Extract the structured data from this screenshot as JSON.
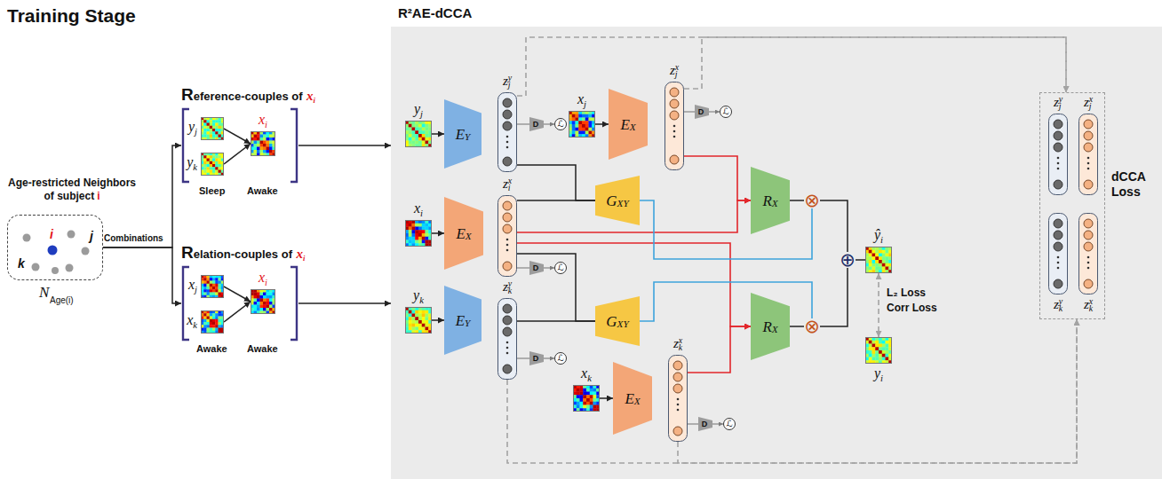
{
  "diagram": {
    "title": "Training Stage",
    "nodes": [
      {
        "text": [
          "Age-restricted Neighbors of subject",
          "i"
        ]
      },
      {
        "text": [
          "Reference-couples of",
          "x",
          "i"
        ]
      },
      {
        "text": [
          "y",
          "j"
        ],
        "in": 1
      },
      {
        "text": [
          "y",
          "k"
        ],
        "in": 1
      },
      {
        "text": [
          "x",
          "i"
        ],
        "in": 1
      },
      {
        "text": [
          "Relation-couples of",
          "x",
          "i"
        ]
      },
      {
        "text": [
          "x",
          "j"
        ],
        "in": 5
      },
      {
        "text": [
          "x",
          "k"
        ],
        "in": 5
      },
      {
        "text": [
          "x",
          "i"
        ],
        "in": 5
      },
      {
        "text": [
          "R²AE-dCCA"
        ]
      },
      {
        "text": [
          "y",
          "j"
        ],
        "in": 9
      },
      {
        "text": [
          "E",
          "Y"
        ],
        "in": 9
      },
      {
        "text": [
          "z",
          "j",
          "y"
        ],
        "in": 9
      },
      {
        "text": [
          "D"
        ],
        "in": 9
      },
      {
        "text": [
          "ℒ"
        ],
        "in": 9
      },
      {
        "text": [
          "x",
          "j"
        ],
        "in": 9
      },
      {
        "text": [
          "E",
          "X"
        ],
        "in": 9
      },
      {
        "text": [
          "z",
          "j",
          "x"
        ],
        "in": 9
      },
      {
        "text": [
          "D"
        ],
        "in": 9
      },
      {
        "text": [
          "ℒ"
        ],
        "in": 9
      },
      {
        "text": [
          "x",
          "i"
        ],
        "in": 9
      },
      {
        "text": [
          "E",
          "X"
        ],
        "in": 9
      },
      {
        "text": [
          "z",
          "i",
          "x"
        ],
        "in": 9
      },
      {
        "text": [
          "D"
        ],
        "in": 9
      },
      {
        "text": [
          "ℒ"
        ],
        "in": 9
      },
      {
        "text": [
          "G",
          "XY"
        ],
        "in": 9
      },
      {
        "text": [
          "y",
          "k"
        ],
        "in": 9
      },
      {
        "text": [
          "E",
          "Y"
        ],
        "in": 9
      },
      {
        "text": [
          "z",
          "k",
          "y"
        ],
        "in": 9
      },
      {
        "text": [
          "D"
        ],
        "in": 9
      },
      {
        "text": [
          "ℒ"
        ],
        "in": 9
      },
      {
        "text": [
          "G",
          "XY"
        ],
        "in": 9
      },
      {
        "text": [
          "x",
          "k"
        ],
        "in": 9
      },
      {
        "text": [
          "E",
          "X"
        ],
        "in": 9
      },
      {
        "text": [
          "z",
          "k",
          "x"
        ],
        "in": 9
      },
      {
        "text": [
          "D"
        ],
        "in": 9
      },
      {
        "text": [
          "ℒ"
        ],
        "in": 9
      },
      {
        "text": [
          "R",
          "X"
        ],
        "in": 9
      },
      {
        "text": [
          "⊗"
        ],
        "in": 9
      },
      {
        "text": [
          "R",
          "X"
        ],
        "in": 9
      },
      {
        "text": [
          "⊗"
        ],
        "in": 9
      },
      {
        "text": [
          "⊕"
        ],
        "in": 9
      },
      {
        "text": [
          "ŷ",
          "i"
        ],
        "in": 9
      },
      {
        "text": [
          "y",
          "i"
        ],
        "in": 9
      },
      {
        "text": [
          "dCCA Loss"
        ],
        "in": 9
      },
      {
        "text": [
          "z",
          "j",
          "y"
        ],
        "in": 44
      },
      {
        "text": [
          "z",
          "j",
          "x"
        ],
        "in": 44
      },
      {
        "text": [
          "z",
          "k",
          "y"
        ],
        "in": 44
      },
      {
        "text": [
          "z",
          "k",
          "x"
        ],
        "in": 44
      }
    ],
    "edges": [
      {
        "from": 0,
        "to": 1,
        "arrow": "to"
      },
      {
        "from": 0,
        "to": 5,
        "arrow": "to"
      },
      {
        "from": 2,
        "to": 4,
        "arrow": "to"
      },
      {
        "from": 3,
        "to": 4,
        "arrow": "to"
      },
      {
        "from": 6,
        "to": 8,
        "arrow": "to"
      },
      {
        "from": 7,
        "to": 8,
        "arrow": "to"
      },
      {
        "from": 1,
        "to": 9,
        "arrow": "to"
      },
      {
        "from": 5,
        "to": 9,
        "arrow": "to"
      },
      {
        "from": 10,
        "to": 11,
        "arrow": "to"
      },
      {
        "from": 12,
        "to": 13,
        "arrow": "none"
      },
      {
        "from": 13,
        "to": 14,
        "arrow": "to"
      },
      {
        "from": 15,
        "to": 16,
        "arrow": "to"
      },
      {
        "from": 17,
        "to": 18,
        "arrow": "none"
      },
      {
        "from": 18,
        "to": 19,
        "arrow": "to"
      },
      {
        "from": 20,
        "to": 21,
        "arrow": "to"
      },
      {
        "from": 22,
        "to": 23,
        "arrow": "none"
      },
      {
        "from": 23,
        "to": 24,
        "arrow": "to"
      },
      {
        "from": 12,
        "to": 25,
        "arrow": "none"
      },
      {
        "from": 22,
        "to": 25,
        "arrow": "none"
      },
      {
        "from": 26,
        "to": 27,
        "arrow": "to"
      },
      {
        "from": 28,
        "to": 29,
        "arrow": "none"
      },
      {
        "from": 29,
        "to": 30,
        "arrow": "to"
      },
      {
        "from": 22,
        "to": 31,
        "arrow": "none"
      },
      {
        "from": 28,
        "to": 31,
        "arrow": "none"
      },
      {
        "from": 32,
        "to": 33,
        "arrow": "to"
      },
      {
        "from": 34,
        "to": 35,
        "arrow": "none"
      },
      {
        "from": 35,
        "to": 36,
        "arrow": "to"
      },
      {
        "from": 17,
        "to": 37,
        "arrow": "to"
      },
      {
        "from": 22,
        "to": 37,
        "arrow": "to"
      },
      {
        "from": 22,
        "to": 39,
        "arrow": "to"
      },
      {
        "from": 34,
        "to": 39,
        "arrow": "to"
      },
      {
        "from": 37,
        "to": 38,
        "arrow": "none"
      },
      {
        "from": 39,
        "to": 40,
        "arrow": "none"
      },
      {
        "from": 25,
        "to": 38,
        "arrow": "none"
      },
      {
        "from": 31,
        "to": 40,
        "arrow": "none"
      },
      {
        "from": 38,
        "to": 41,
        "arrow": "none"
      },
      {
        "from": 40,
        "to": 41,
        "arrow": "none"
      },
      {
        "from": 41,
        "to": 42,
        "arrow": "none"
      },
      {
        "from": 42,
        "to": 43,
        "arrow": "both"
      },
      {
        "from": 12,
        "to": 44,
        "arrow": "to"
      },
      {
        "from": 17,
        "to": 44,
        "arrow": "to"
      },
      {
        "from": 28,
        "to": 44,
        "arrow": "to"
      },
      {
        "from": 34,
        "to": 44,
        "arrow": "to"
      }
    ],
    "labels": [
      "i",
      "j",
      "k",
      "N",
      "Age(i)",
      "Combinations",
      "Sleep",
      "Awake",
      "Awake",
      "Awake",
      "L₂ Loss",
      "Corr Loss"
    ]
  }
}
